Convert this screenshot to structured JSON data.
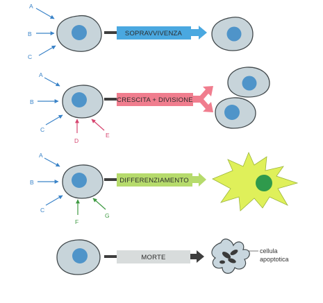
{
  "rows": [
    {
      "signals": [
        "A",
        "B",
        "C"
      ],
      "extra_signals": [],
      "outcome_label": "SOPRAVVIVENZA",
      "outcome_color": "#4aa8e0"
    },
    {
      "signals": [
        "A",
        "B",
        "C"
      ],
      "extra_signals": [
        "D",
        "E"
      ],
      "outcome_label": "CRESCITA + DIVISIONE",
      "outcome_color": "#f07d8e"
    },
    {
      "signals": [
        "A",
        "B",
        "C"
      ],
      "extra_signals": [
        "F",
        "G"
      ],
      "outcome_label": "DIFFERENZIAMENTO",
      "outcome_color": "#b6db6c"
    },
    {
      "signals": [],
      "extra_signals": [],
      "outcome_label": "MORTE",
      "outcome_color": "#d8dcdc"
    }
  ],
  "apoptotic_cell_label": [
    "cellula",
    "apoptotica"
  ],
  "colors": {
    "cell_fill": "#c7d4da",
    "cell_stroke": "#41484b",
    "nucleus": "#4f94c9",
    "signal_blue": "#3a83c8",
    "signal_pink": "#d6456f",
    "signal_green": "#3f9a43",
    "differentiated_cell": "#dff05a",
    "differentiated_nucleus": "#2f9a4c",
    "dark_arrow": "#3e3e3e"
  }
}
